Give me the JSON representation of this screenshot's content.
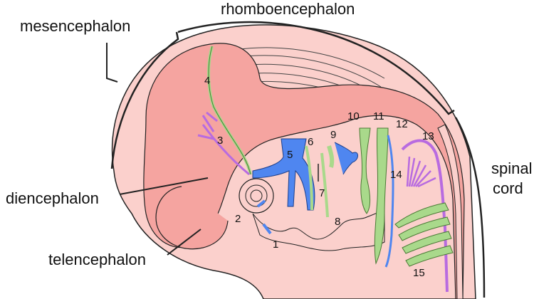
{
  "regions": {
    "mesencephalon": "mesencephalon",
    "rhombencephalon": "rhomboencephalon",
    "diencephalon": "diencephalon",
    "telencephalon": "telencephalon",
    "spinal_cord_line1": "spinal",
    "spinal_cord_line2": "cord"
  },
  "nerves": [
    "1",
    "2",
    "3",
    "4",
    "5",
    "6",
    "7",
    "8",
    "9",
    "10",
    "11",
    "12",
    "13",
    "14",
    "15"
  ],
  "colors": {
    "embryo_outer": "#fbd0cc",
    "embryo_inner": "#f5a4a0",
    "outline": "#222222",
    "nerve_green": "#a9d98b",
    "nerve_blue": "#4f86f0",
    "nerve_purple": "#b86be0",
    "label_text": "#111111"
  }
}
